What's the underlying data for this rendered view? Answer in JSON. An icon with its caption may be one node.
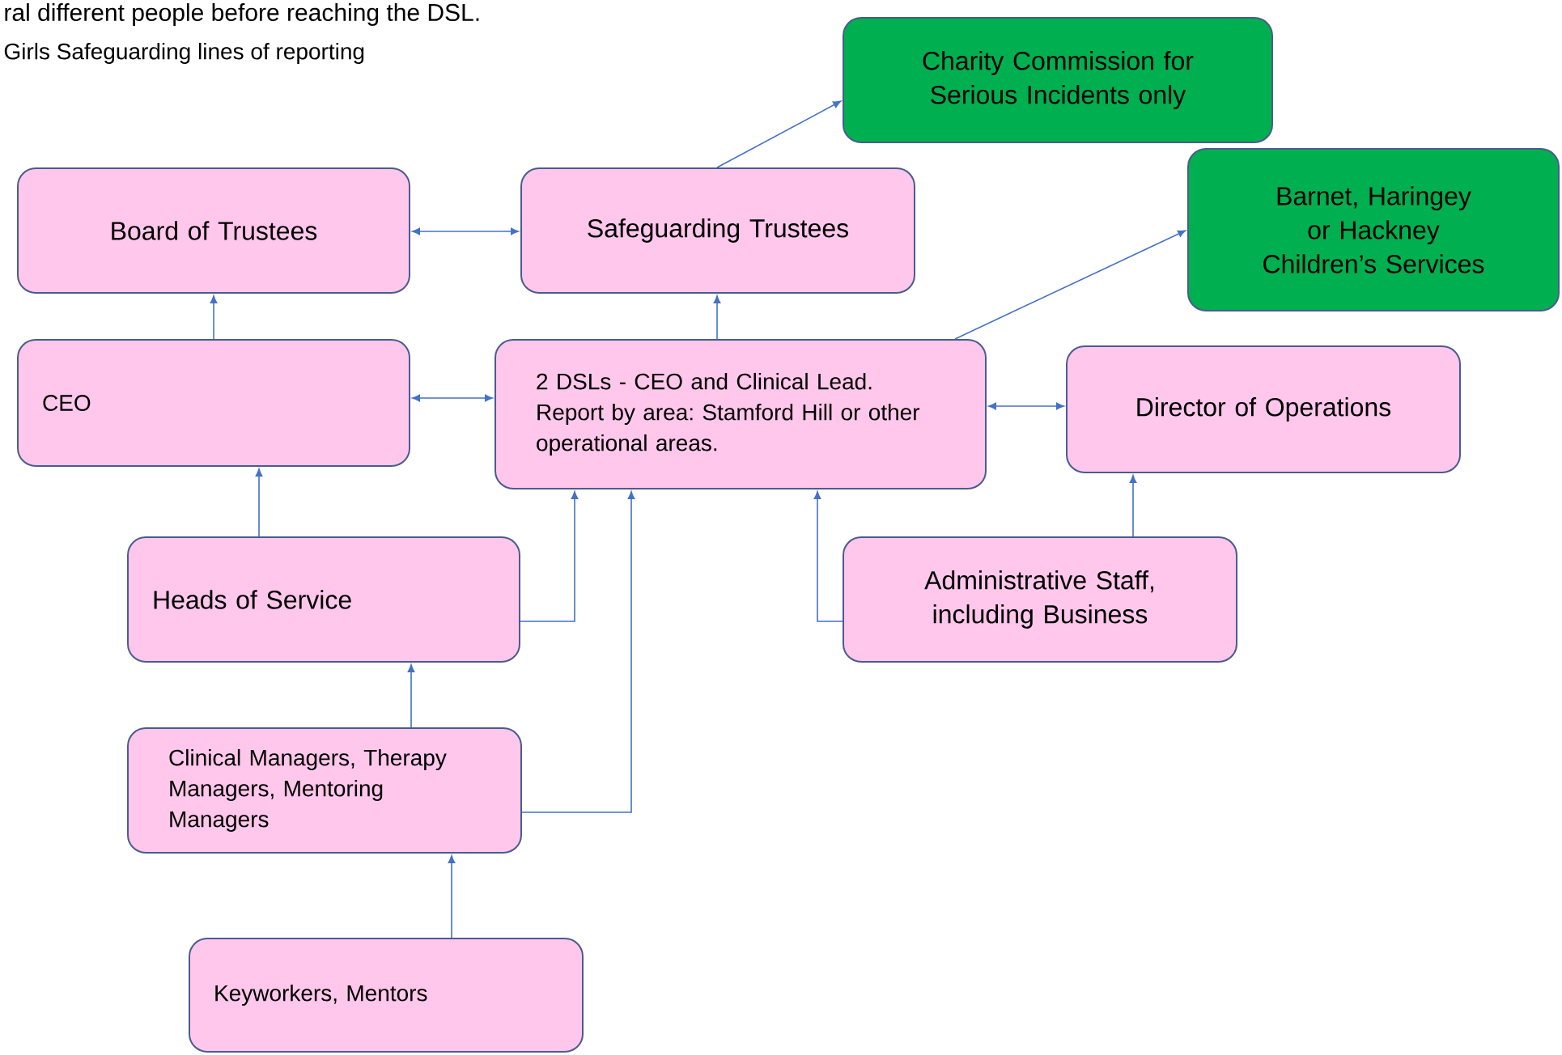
{
  "diagram": {
    "title": "Girls Safeguarding lines of reporting",
    "nodes": [
      {
        "text": [
          "Board of Trustees"
        ]
      },
      {
        "text": [
          "Safeguarding Trustees"
        ]
      },
      {
        "text": [
          "Charity Commission for Serious Incidents only"
        ]
      },
      {
        "text": [
          "Barnet, Haringey or Hackney Children’s Services"
        ]
      },
      {
        "text": [
          "CEO"
        ]
      },
      {
        "text": [
          "2 DSLs - CEO and Clinical Lead. Report by area: Stamford Hill or other operational areas."
        ]
      },
      {
        "text": [
          "Director of Operations"
        ]
      },
      {
        "text": [
          "Heads of Service"
        ]
      },
      {
        "text": [
          "Administrative Staff, including Business"
        ]
      },
      {
        "text": [
          "Clinical Managers, Therapy Managers, Mentoring Managers"
        ]
      },
      {
        "text": [
          "Keyworkers, Mentors"
        ]
      }
    ],
    "edges": [
      {
        "from": 0,
        "to": 1,
        "arrow": "both"
      },
      {
        "from": 4,
        "to": 0,
        "arrow": "to"
      },
      {
        "from": 5,
        "to": 1,
        "arrow": "to"
      },
      {
        "from": 1,
        "to": 2,
        "arrow": "to"
      },
      {
        "from": 5,
        "to": 3,
        "arrow": "to"
      },
      {
        "from": 4,
        "to": 5,
        "arrow": "both"
      },
      {
        "from": 5,
        "to": 6,
        "arrow": "both"
      },
      {
        "from": 7,
        "to": 4,
        "arrow": "to"
      },
      {
        "from": 7,
        "to": 5,
        "arrow": "to"
      },
      {
        "from": 9,
        "to": 7,
        "arrow": "to"
      },
      {
        "from": 9,
        "to": 5,
        "arrow": "to"
      },
      {
        "from": 8,
        "to": 5,
        "arrow": "to"
      },
      {
        "from": 8,
        "to": 6,
        "arrow": "to"
      },
      {
        "from": 10,
        "to": 9,
        "arrow": "to"
      }
    ],
    "labels": [
      "ral different people before reaching the DSL."
    ]
  }
}
